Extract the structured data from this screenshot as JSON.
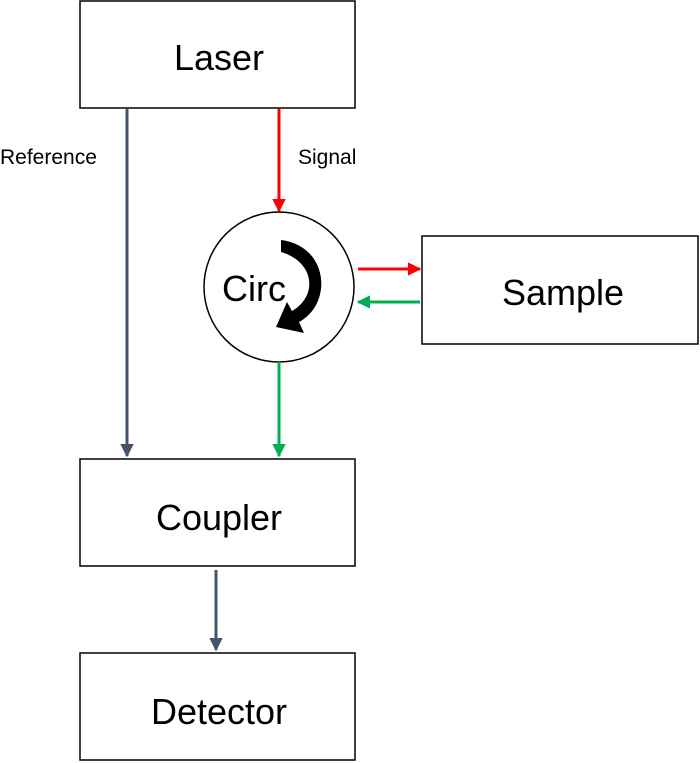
{
  "nodes": {
    "laser": {
      "label": "Laser"
    },
    "circ": {
      "label": "Circ"
    },
    "sample": {
      "label": "Sample"
    },
    "coupler": {
      "label": "Coupler"
    },
    "detector": {
      "label": "Detector"
    }
  },
  "edges": {
    "reference": {
      "label": "Reference",
      "color": "#44546a"
    },
    "signal": {
      "label": "Signal",
      "color": "#ff0000"
    },
    "return": {
      "color": "#00b050"
    },
    "output": {
      "color": "#44546a"
    }
  },
  "colors": {
    "stroke": "#000000",
    "fill": "#ffffff",
    "circulator_arrow": "#000000"
  }
}
